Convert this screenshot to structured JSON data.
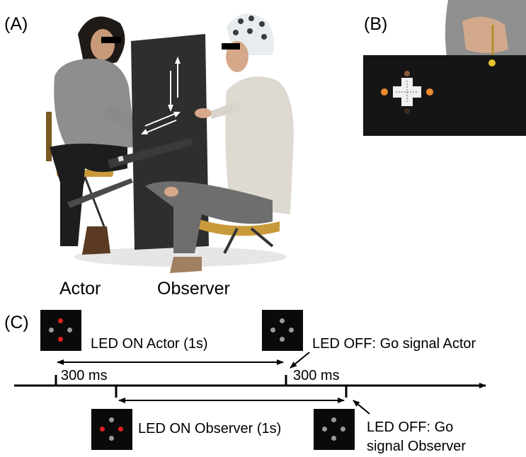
{
  "panels": {
    "a_label": "(A)",
    "b_label": "(B)",
    "c_label": "(C)"
  },
  "roles": {
    "actor": "Actor",
    "observer": "Observer"
  },
  "timeline": {
    "led_on_actor": "LED ON Actor (1s)",
    "led_off_actor": "LED OFF: Go signal Actor",
    "delay_left": "300 ms",
    "delay_right": "300 ms",
    "led_on_observer": "LED ON Observer (1s)",
    "led_off_observer_line1": "LED OFF: Go",
    "led_off_observer_line2": "signal Observer"
  },
  "colors": {
    "led_active": "#e0201e",
    "led_inactive": "#9a9a9a",
    "board": "#2d2f2c"
  }
}
